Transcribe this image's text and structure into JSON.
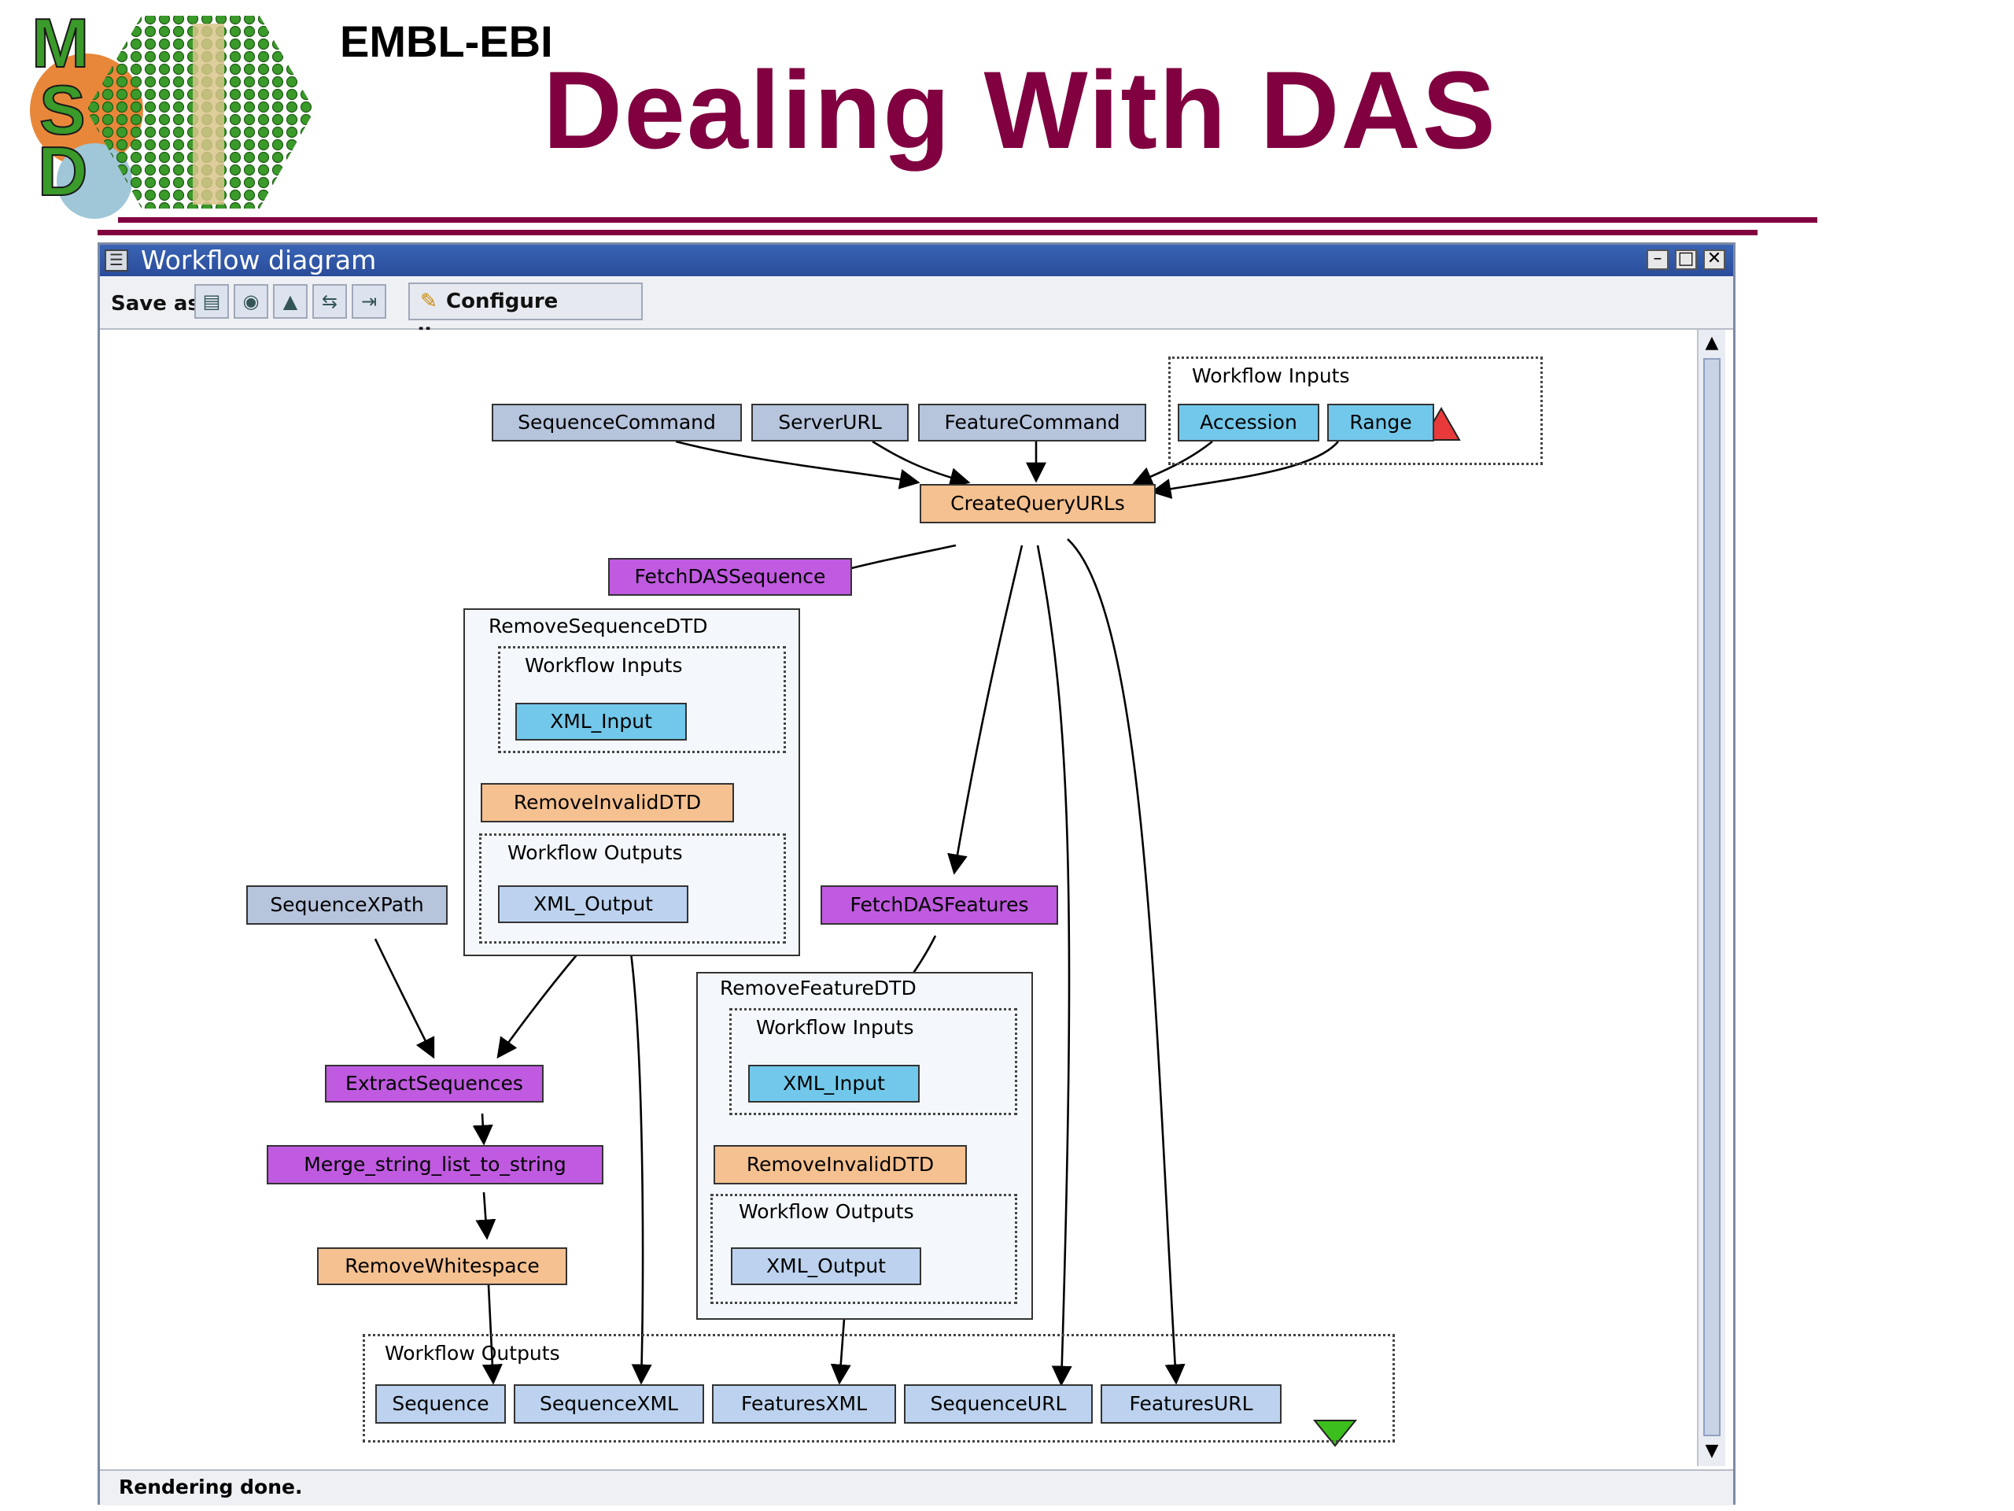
{
  "slide": {
    "org": "EMBL-EBI",
    "title": "Dealing With DAS",
    "logo_letters": "MSD"
  },
  "window": {
    "title": "Workflow diagram",
    "controls": [
      "minimize",
      "maximize",
      "close"
    ],
    "toolbar": {
      "save_label": "Save as",
      "save_format_icons": [
        "svg-icon",
        "png-icon",
        "postscript-icon",
        "pdf-icon",
        "dot-icon"
      ],
      "configure_label": "Configure diagram"
    },
    "status": "Rendering done."
  },
  "diagram": {
    "groups": {
      "workflow_inputs": "Workflow Inputs",
      "workflow_outputs": "Workflow Outputs",
      "remove_sequence_dtd": "RemoveSequenceDTD",
      "remove_feature_dtd": "RemoveFeatureDTD",
      "rs_inputs": "Workflow Inputs",
      "rs_outputs": "Workflow Outputs",
      "rf_inputs": "Workflow Inputs",
      "rf_outputs": "Workflow Outputs"
    },
    "nodes": {
      "sequence_command": "SequenceCommand",
      "server_url": "ServerURL",
      "feature_command": "FeatureCommand",
      "accession": "Accession",
      "range": "Range",
      "create_query_urls": "CreateQueryURLs",
      "fetch_das_sequence": "FetchDASSequence",
      "rs_xml_input": "XML_Input",
      "rs_remove_invalid_dtd": "RemoveInvalidDTD",
      "rs_xml_output": "XML_Output",
      "sequence_xpath": "SequenceXPath",
      "fetch_das_features": "FetchDASFeatures",
      "rf_xml_input": "XML_Input",
      "rf_remove_invalid_dtd": "RemoveInvalidDTD",
      "rf_xml_output": "XML_Output",
      "extract_sequences": "ExtractSequences",
      "merge_string_list": "Merge_string_list_to_string",
      "remove_whitespace": "RemoveWhitespace",
      "out_sequence": "Sequence",
      "out_sequence_xml": "SequenceXML",
      "out_features_xml": "FeaturesXML",
      "out_sequence_url": "SequenceURL",
      "out_features_url": "FeaturesURL"
    },
    "colors": {
      "input_node": "#72c8ea",
      "constant_node": "#b6c4dc",
      "service_node": "#c05ae0",
      "local_node": "#f5c190",
      "output_node": "#bcd2ee",
      "input_marker": "#e83a3a",
      "output_marker": "#3cbf1c"
    }
  }
}
